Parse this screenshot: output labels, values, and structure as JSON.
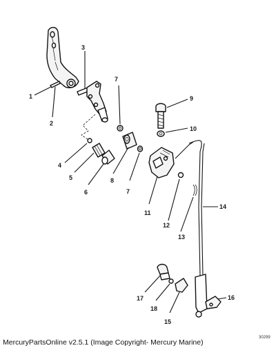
{
  "callouts": [
    "1",
    "2",
    "3",
    "4",
    "5",
    "6",
    "7",
    "7",
    "8",
    "9",
    "10",
    "11",
    "12",
    "13",
    "14",
    "15",
    "16",
    "17",
    "18"
  ],
  "footer": {
    "credit": "MercuryPartsOnline v2.5.1 (Image Copyright- Mercury Marine)"
  },
  "drawing_id": "30299"
}
